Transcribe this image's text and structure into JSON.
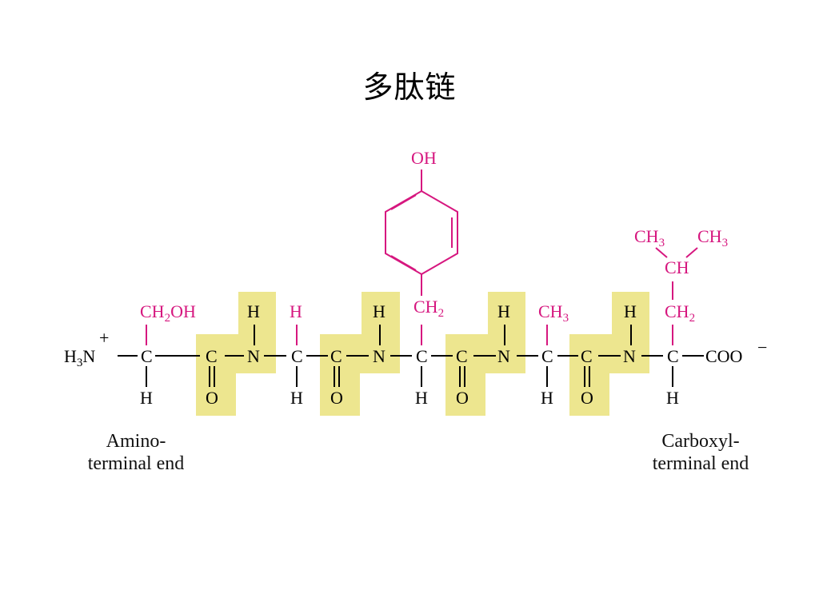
{
  "title": "多肽链",
  "labels": {
    "amino_terminal_line1": "Amino-",
    "amino_terminal_line2": "terminal end",
    "carboxyl_terminal_line1": "Carboxyl-",
    "carboxyl_terminal_line2": "terminal end"
  },
  "colors": {
    "backbone": "#000000",
    "side_chain": "#d6177f",
    "peptide_bond_highlight": "#ede68f"
  }
}
